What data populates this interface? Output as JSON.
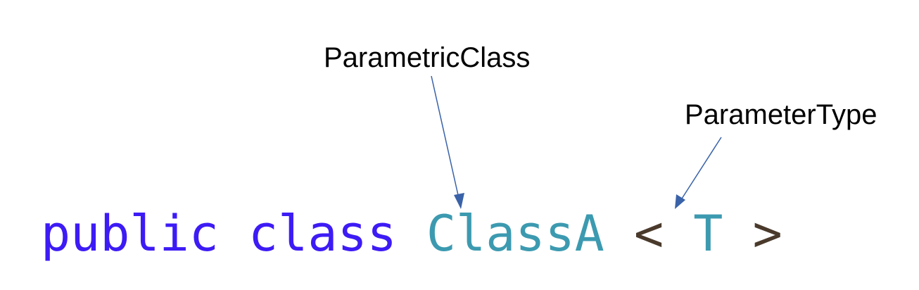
{
  "annotations": {
    "parametric_class": "ParametricClass",
    "parameter_type": "ParameterType"
  },
  "code": {
    "keyword_public": "public",
    "keyword_class": "class",
    "class_name": "ClassA",
    "open_bracket": "<",
    "type_param": "T",
    "close_bracket": ">"
  },
  "colors": {
    "keyword": "#3d1bf5",
    "identifier": "#3c9ab0",
    "bracket": "#4a3a2c",
    "arrow": "#3a62a8"
  }
}
